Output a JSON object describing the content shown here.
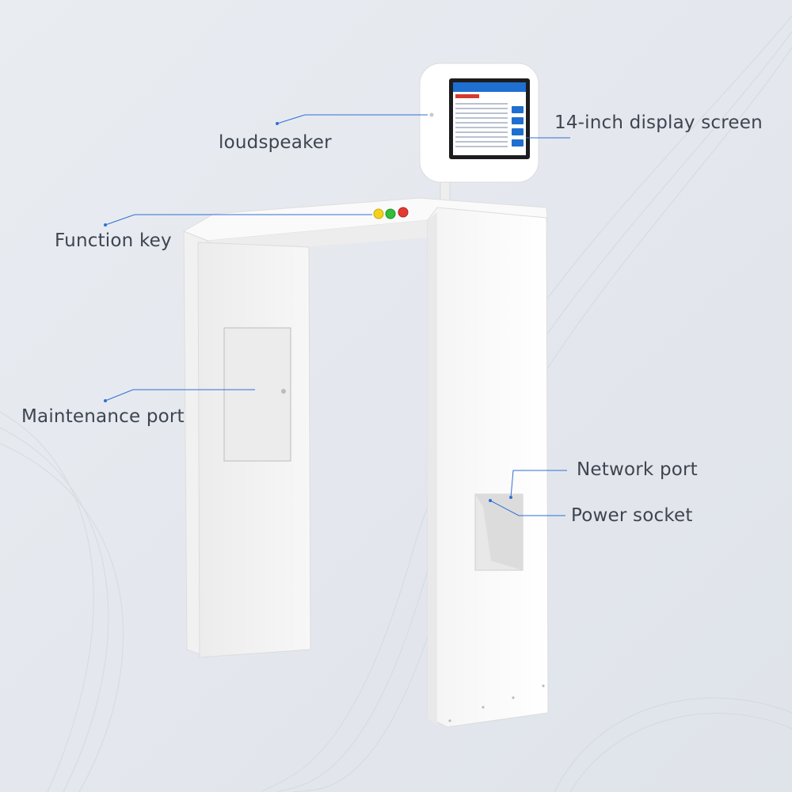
{
  "labels": {
    "loudspeaker": "loudspeaker",
    "display_screen": "14-inch display screen",
    "function_key": "Function key",
    "maintenance_port": "Maintenance port",
    "network_port": "Network port",
    "power_socket": "Power socket"
  },
  "colors": {
    "background": "#e3e6ec",
    "leader_line": "#2f6fd6",
    "device_body": "#ffffff",
    "screen_header": "#1f6fd1",
    "key_yellow": "#f2d21b",
    "key_green": "#2fbf3a",
    "key_red": "#e23a32"
  },
  "icons": [
    "leader-dot-icon",
    "function-key-yellow-icon",
    "function-key-green-icon",
    "function-key-red-icon",
    "door-lock-icon"
  ]
}
